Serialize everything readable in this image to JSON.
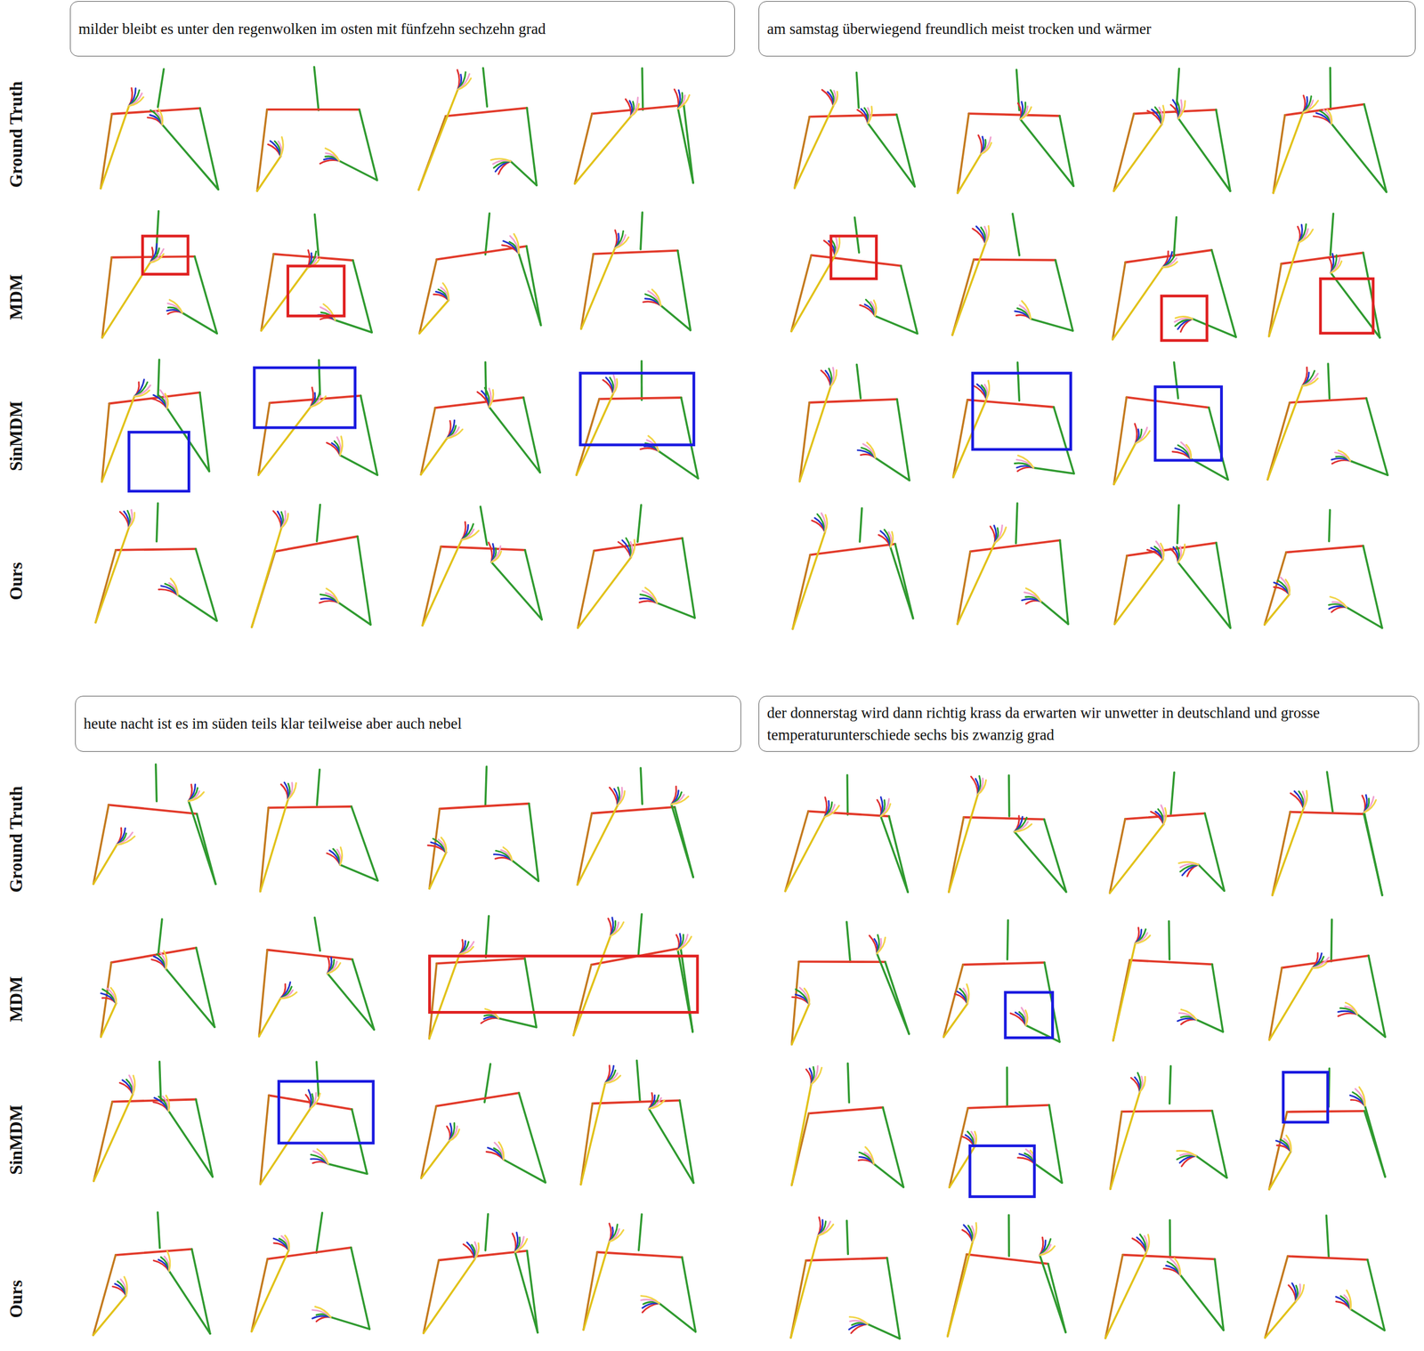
{
  "diagram": {
    "nodes": [
      {
        "text": [
          "milder bleibt es unter den regenwolken im osten mit fünfzehn sechzehn grad"
        ]
      },
      {
        "text": [
          "am samstag überwiegend freundlich meist trocken und wärmer"
        ]
      },
      {
        "text": [
          "heute nacht ist es im süden teils klar teilweise aber auch nebel"
        ]
      },
      {
        "text": [
          "der donnerstag wird dann richtig krass da erwarten wir unwetter in deutschland und grosse temperaturunterschiede sechs bis zwanzig grad"
        ]
      }
    ],
    "labels": [
      "Ground Truth",
      "MDM",
      "SinMDM",
      "Ours",
      "Ground Truth",
      "MDM",
      "SinMDM",
      "Ours"
    ]
  }
}
